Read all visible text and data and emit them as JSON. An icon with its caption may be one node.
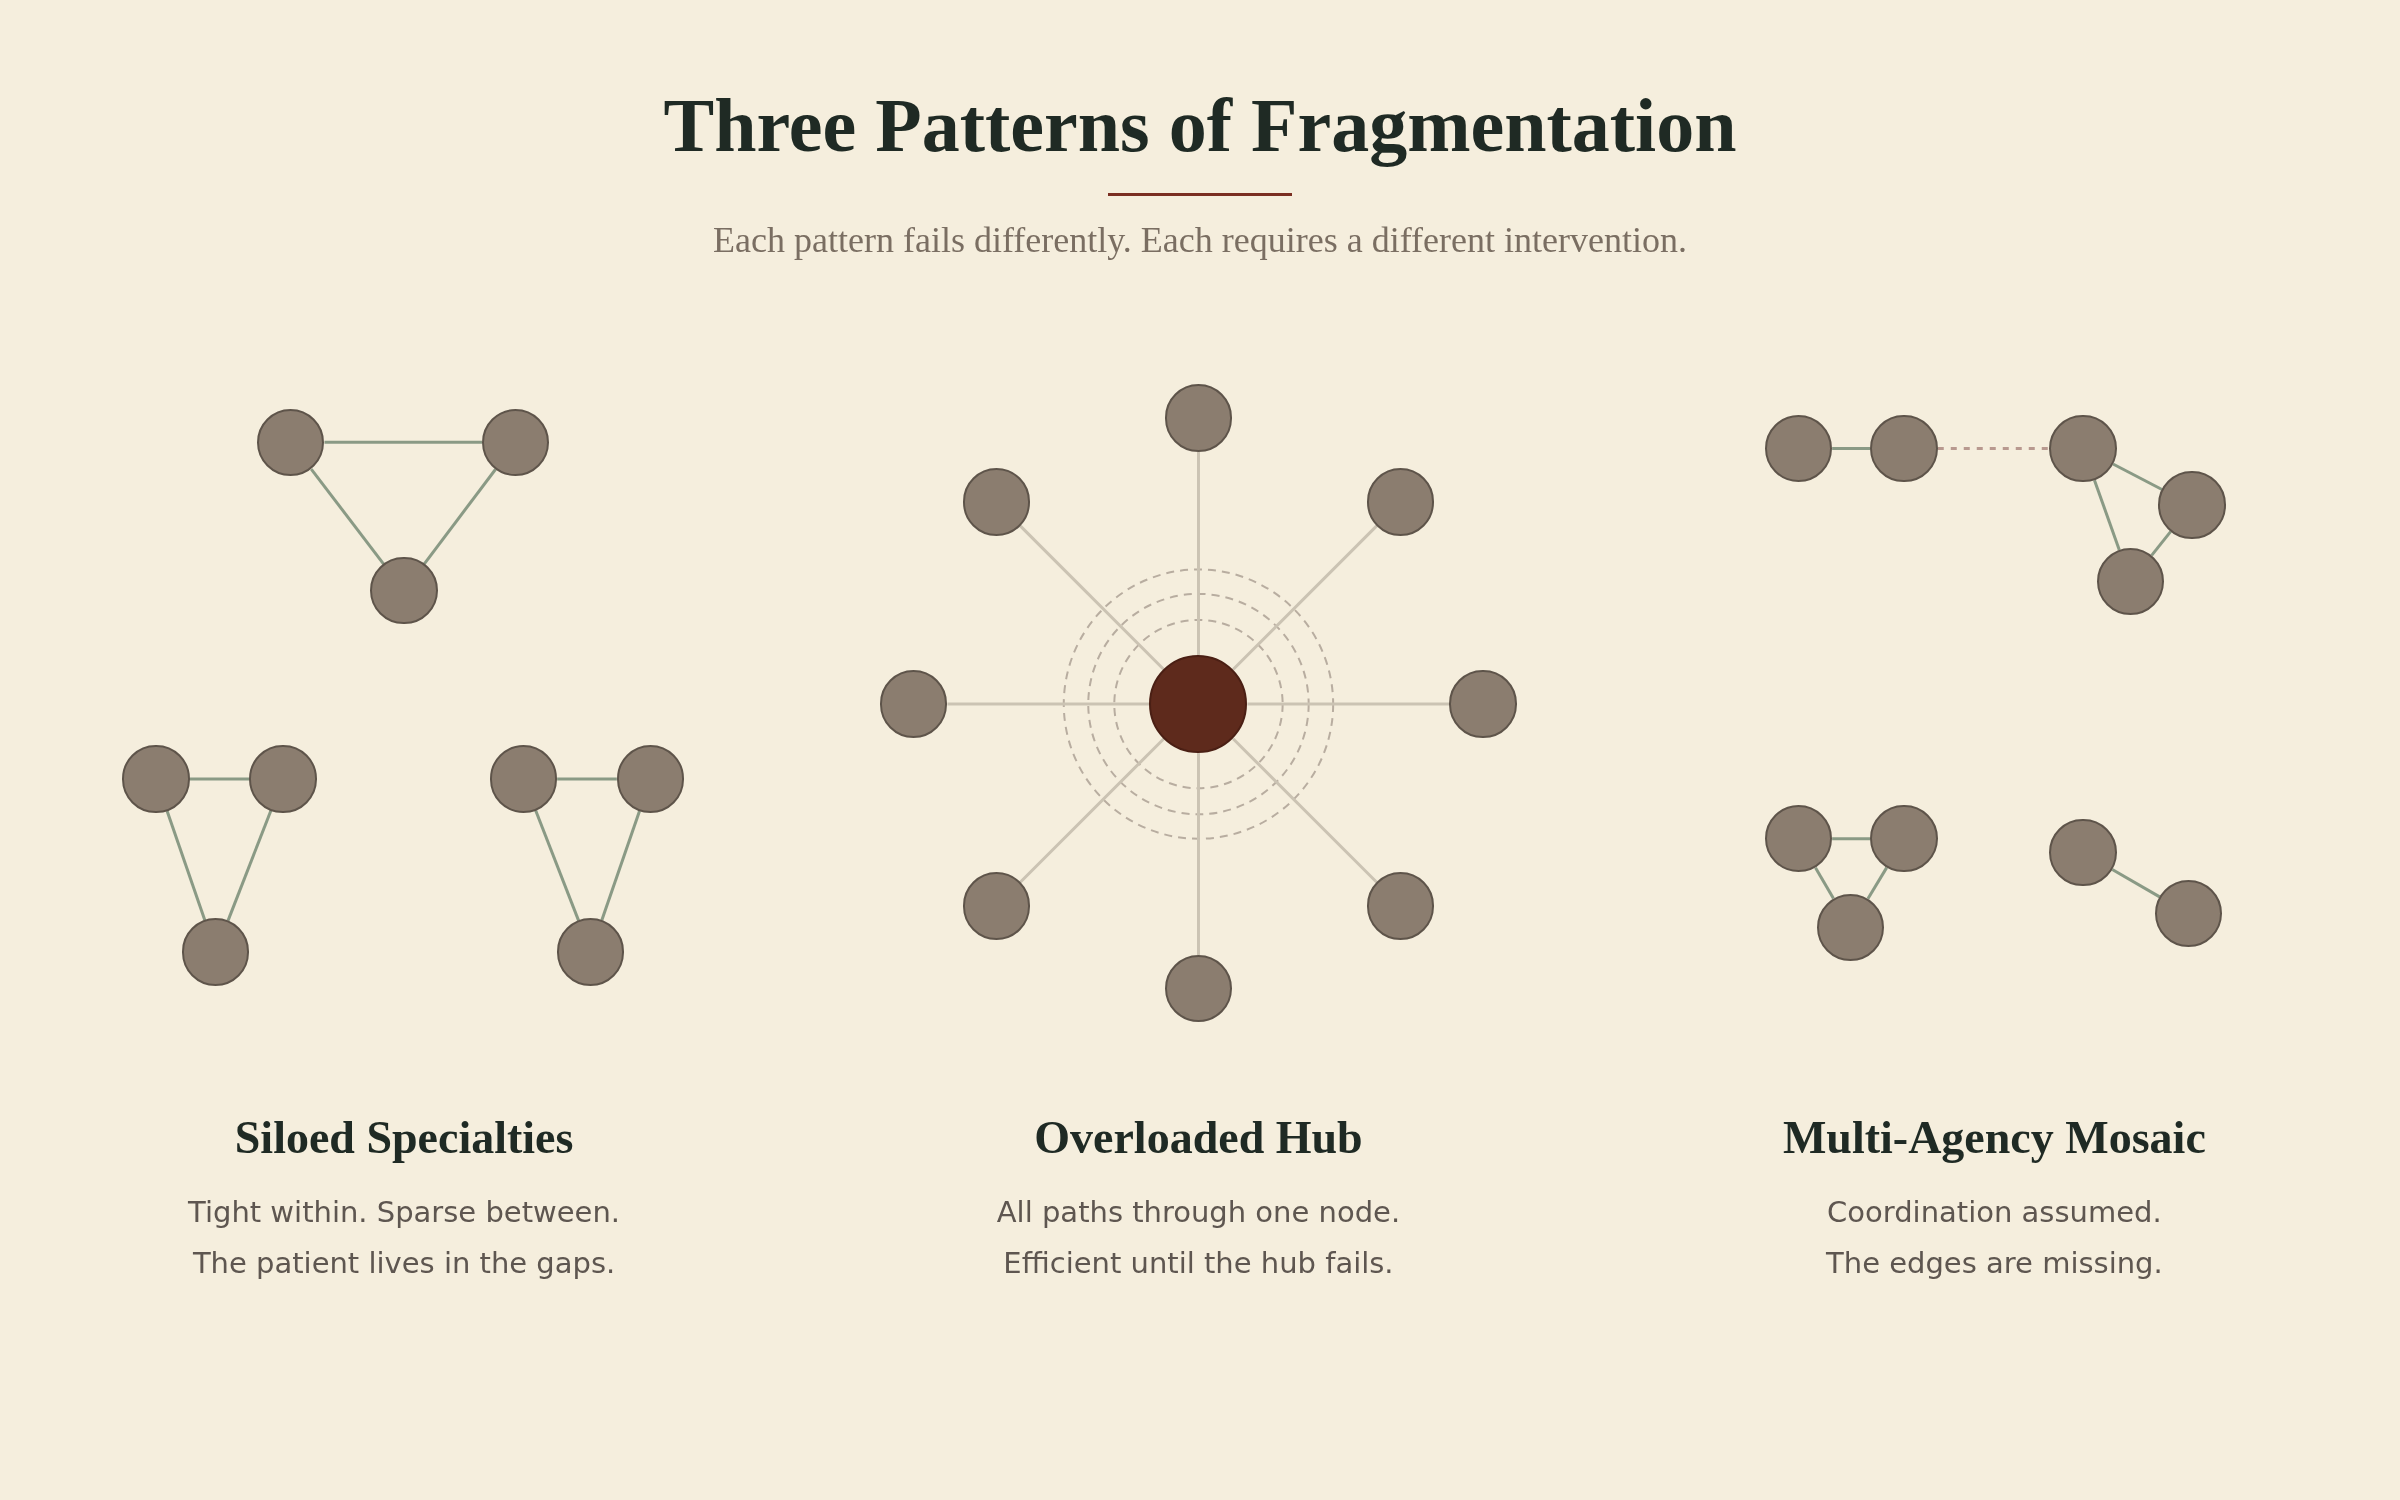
{
  "diagram": {
    "title": "Three Patterns of Fragmentation",
    "nodes": [
      {
        "text": [],
        "shape": "circle"
      },
      {
        "text": [],
        "shape": "circle"
      },
      {
        "text": [],
        "shape": "circle"
      },
      {
        "text": [],
        "shape": "circle"
      },
      {
        "text": [],
        "shape": "circle"
      },
      {
        "text": [],
        "shape": "circle"
      },
      {
        "text": [],
        "shape": "circle"
      },
      {
        "text": [],
        "shape": "circle"
      },
      {
        "text": [],
        "shape": "circle"
      },
      {
        "text": [],
        "shape": "circle"
      },
      {
        "text": [],
        "shape": "circle"
      },
      {
        "text": [],
        "shape": "circle"
      },
      {
        "text": [],
        "shape": "circle"
      },
      {
        "text": [],
        "shape": "circle"
      },
      {
        "text": [],
        "shape": "circle"
      },
      {
        "text": [],
        "shape": "circle"
      },
      {
        "text": [],
        "shape": "circle"
      },
      {
        "text": [],
        "shape": "circle"
      },
      {
        "text": [],
        "shape": "circle"
      },
      {
        "text": [],
        "shape": "circle"
      },
      {
        "text": [],
        "shape": "circle"
      },
      {
        "text": [],
        "shape": "circle"
      },
      {
        "text": [],
        "shape": "circle"
      },
      {
        "text": [],
        "shape": "circle"
      },
      {
        "text": [],
        "shape": "circle"
      },
      {
        "text": [],
        "shape": "circle"
      },
      {
        "text": [],
        "shape": "circle"
      },
      {
        "text": [],
        "shape": "circle"
      }
    ],
    "edges": [
      {
        "from": 0,
        "to": 1,
        "arrow": "none"
      },
      {
        "from": 0,
        "to": 2,
        "arrow": "none"
      },
      {
        "from": 1,
        "to": 2,
        "arrow": "none"
      },
      {
        "from": 3,
        "to": 4,
        "arrow": "none"
      },
      {
        "from": 3,
        "to": 5,
        "arrow": "none"
      },
      {
        "from": 4,
        "to": 5,
        "arrow": "none"
      },
      {
        "from": 6,
        "to": 7,
        "arrow": "none"
      },
      {
        "from": 6,
        "to": 8,
        "arrow": "none"
      },
      {
        "from": 7,
        "to": 8,
        "arrow": "none"
      },
      {
        "from": 13,
        "to": 9,
        "arrow": "none",
        "color": "#cbc3b3"
      },
      {
        "from": 13,
        "to": 10,
        "arrow": "none",
        "color": "#cbc3b3"
      },
      {
        "from": 13,
        "to": 11,
        "arrow": "none",
        "color": "#cbc3b3"
      },
      {
        "from": 13,
        "to": 12,
        "arrow": "none",
        "color": "#cbc3b3"
      },
      {
        "from": 13,
        "to": 14,
        "arrow": "none",
        "color": "#cbc3b3"
      },
      {
        "from": 13,
        "to": 15,
        "arrow": "none",
        "color": "#cbc3b3"
      },
      {
        "from": 13,
        "to": 16,
        "arrow": "none",
        "color": "#cbc3b3"
      },
      {
        "from": 13,
        "to": 17,
        "arrow": "none",
        "color": "#cbc3b3"
      },
      {
        "from": 18,
        "to": 19,
        "arrow": "none"
      },
      {
        "from": 19,
        "to": 20,
        "arrow": "none",
        "style": "dashed",
        "color": "#b8998f"
      },
      {
        "from": 20,
        "to": 21,
        "arrow": "none"
      },
      {
        "from": 20,
        "to": 22,
        "arrow": "none"
      },
      {
        "from": 21,
        "to": 22,
        "arrow": "none"
      },
      {
        "from": 23,
        "to": 24,
        "arrow": "none"
      },
      {
        "from": 23,
        "to": 25,
        "arrow": "none"
      },
      {
        "from": 24,
        "to": 25,
        "arrow": "none"
      },
      {
        "from": 26,
        "to": 27,
        "arrow": "none"
      }
    ],
    "labels": [
      "Each pattern fails differently. Each requires a different intervention.",
      "Siloed Specialties",
      "Tight within. Sparse between.",
      "The patient lives in the gaps.",
      "Overloaded Hub",
      "All paths through one node.",
      "Efficient until the hub fails.",
      "Multi-Agency Mosaic",
      "Coordination assumed.",
      "The edges are missing."
    ]
  }
}
